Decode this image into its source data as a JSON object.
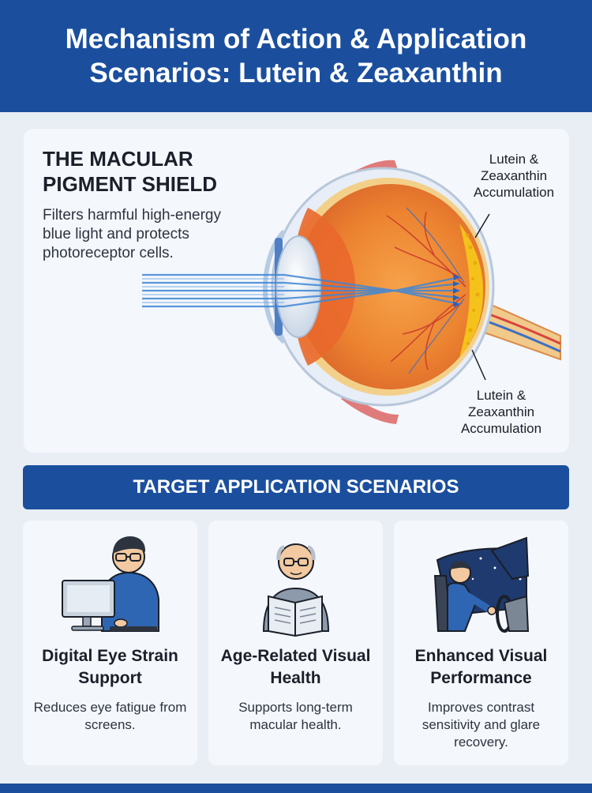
{
  "header": {
    "title": "Mechanism of Action & Application Scenarios: Lutein & Zeaxanthin"
  },
  "mechanism": {
    "title": "THE MACULAR PIGMENT SHIELD",
    "description": "Filters harmful high-energy blue light and protects photoreceptor cells.",
    "callout_top": "Lutein & Zeaxanthin Accumulation",
    "callout_bottom": "Lutein & Zeaxanthin Accumulation"
  },
  "scenarios_banner": "TARGET APPLICATION SCENARIOS",
  "scenarios": [
    {
      "title": "Digital Eye Strain Support",
      "description": "Reduces eye fatigue from screens.",
      "icon": "computer-user-icon"
    },
    {
      "title": "Age-Related Visual Health",
      "description": "Supports long-term macular health.",
      "icon": "elderly-reader-icon"
    },
    {
      "title": "Enhanced Visual Performance",
      "description": "Improves contrast sensitivity and glare recovery.",
      "icon": "night-driver-icon"
    }
  ],
  "colors": {
    "brand_blue": "#1b4f9e",
    "card_bg": "#f4f7fb",
    "eye_orange": "#e8792f",
    "pigment_yellow": "#f5c21b"
  }
}
